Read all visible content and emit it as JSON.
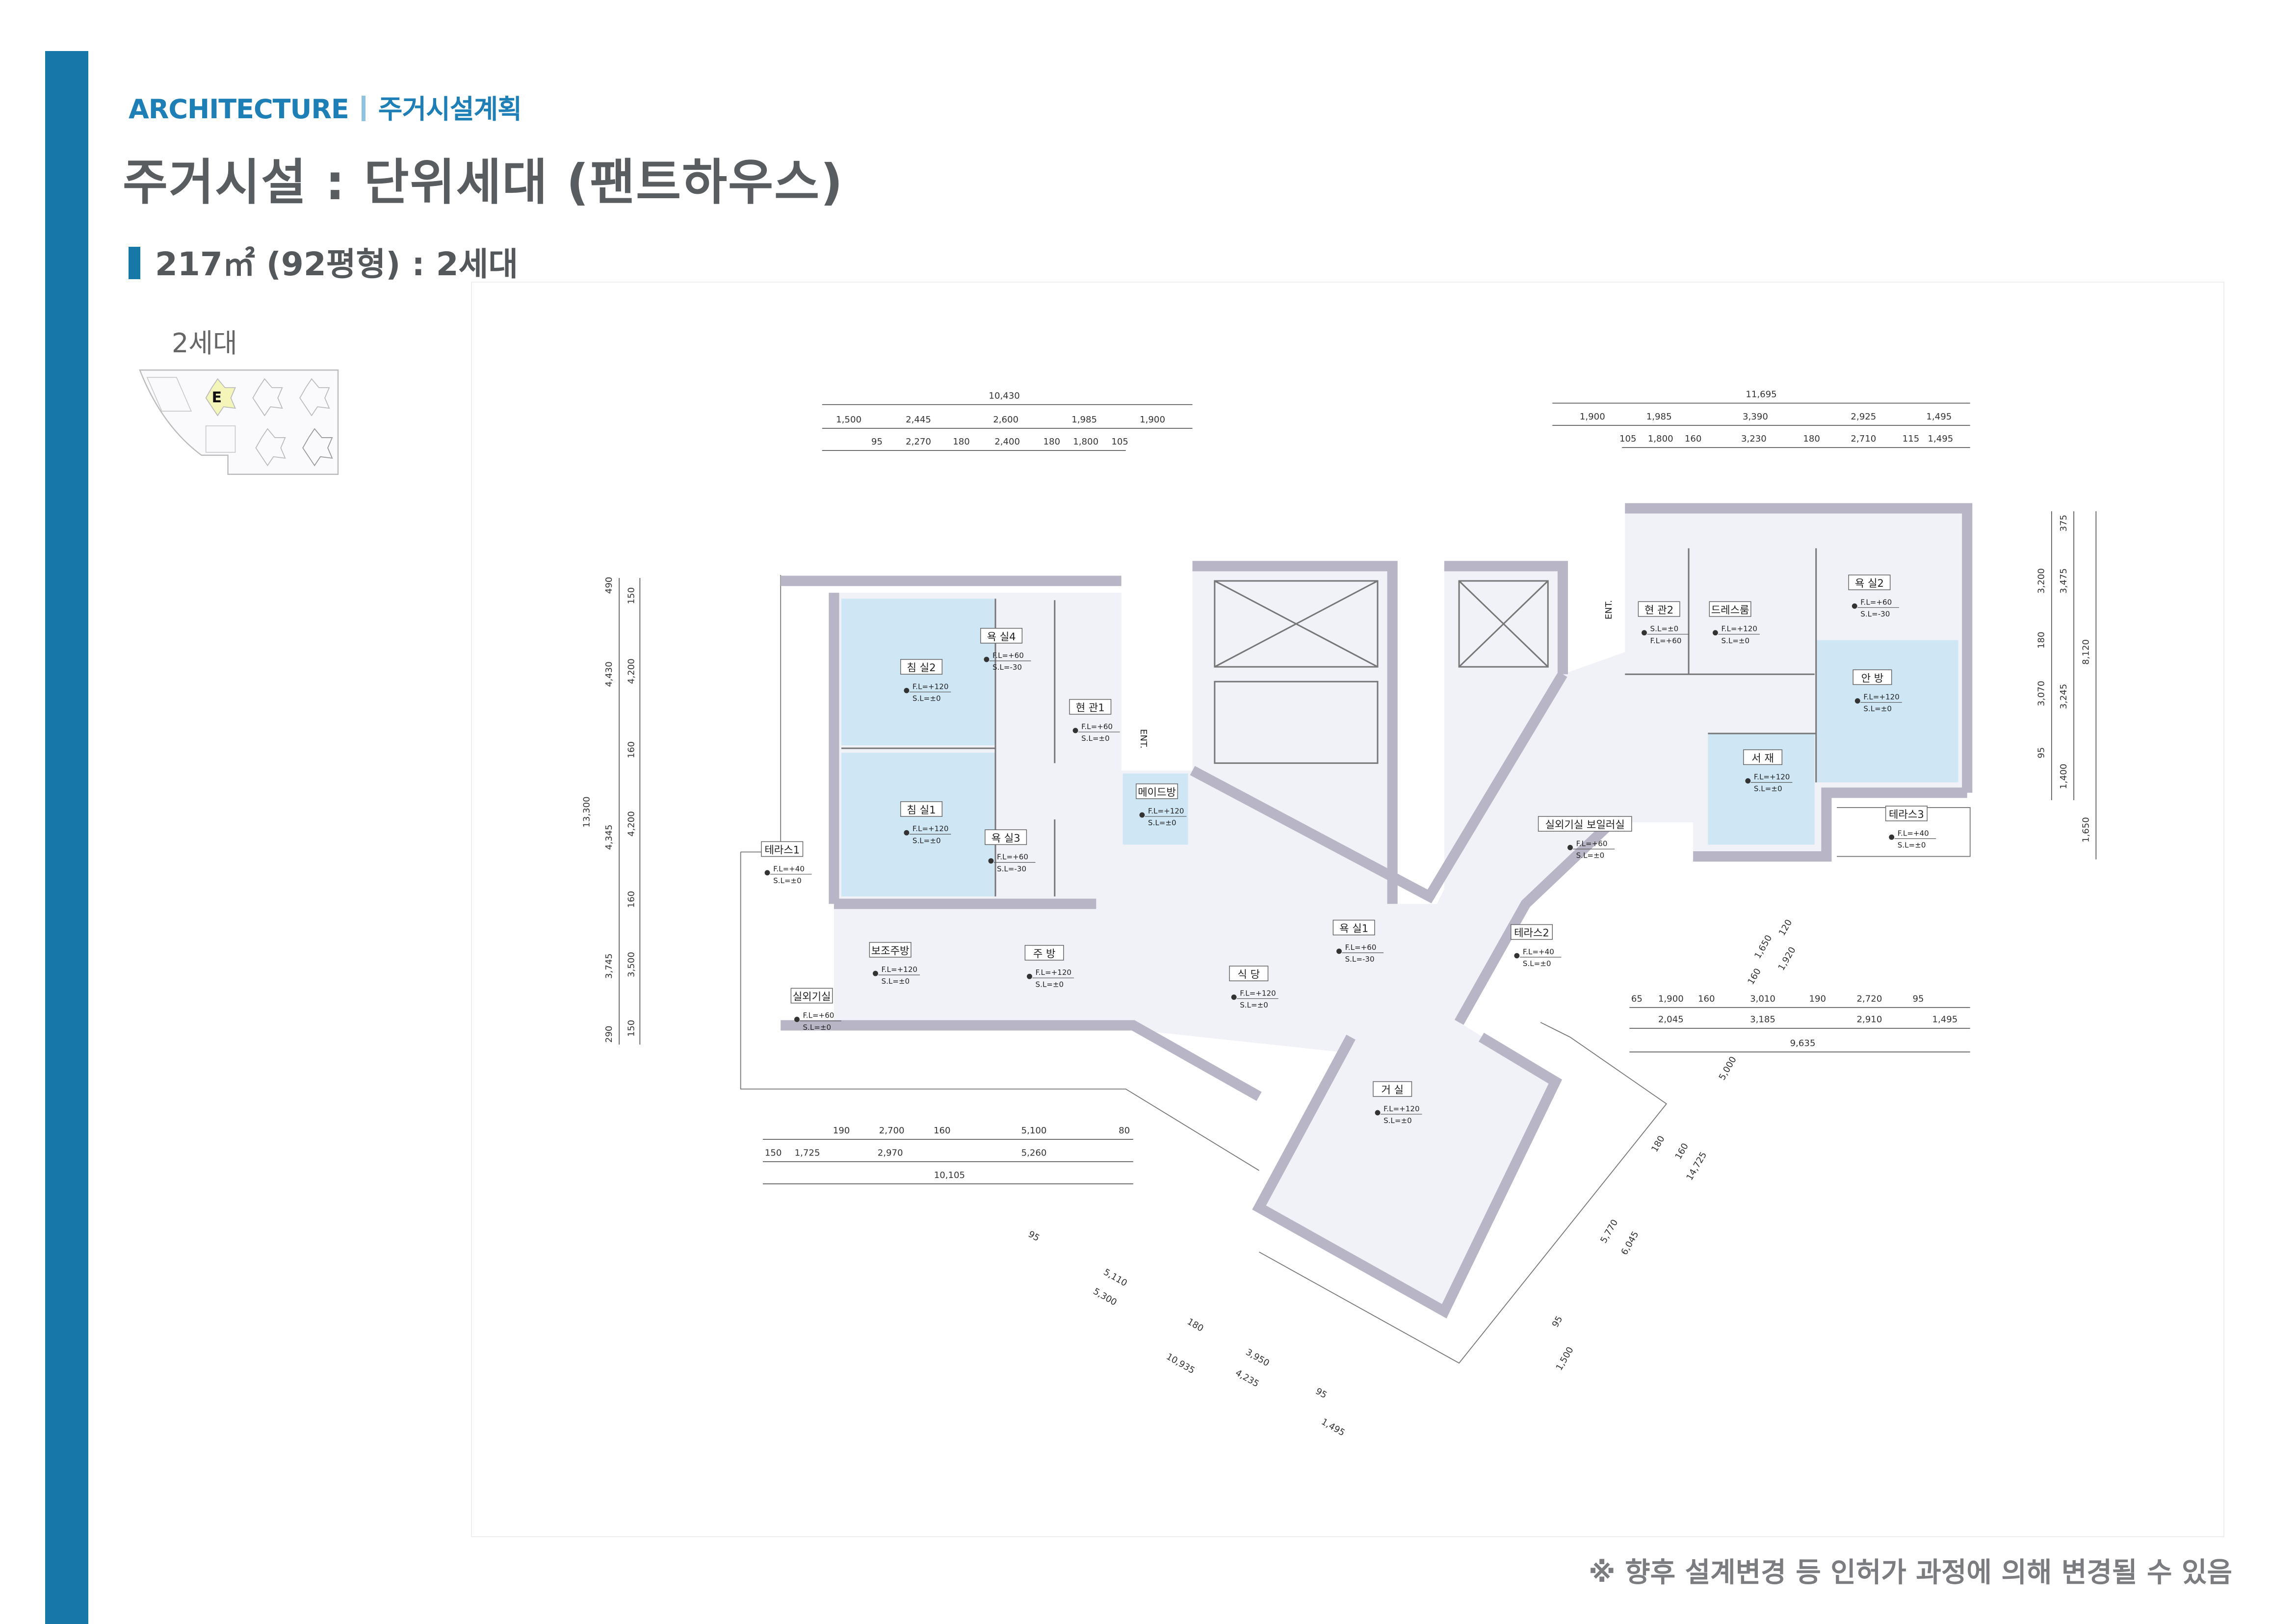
{
  "header": {
    "section": "ARCHITECTURE",
    "subsection": "주거시설계획",
    "title": "주거시설 : 단위세대 (팬트하우스)",
    "unit_type": "217㎡ (92평형) : 2세대"
  },
  "keyplan": {
    "label": "2세대",
    "highlight_block": "E"
  },
  "colors": {
    "brand": "#1778a8",
    "room_fill": "#cfe6f5",
    "wall": "#b8b6c6",
    "floor": "#eeedf6"
  },
  "rooms": [
    {
      "name": "침 실2",
      "fl": "F.L=+120",
      "sl": "S.L=±0"
    },
    {
      "name": "욕 실4",
      "fl": "F.L=+60",
      "sl": "S.L=-30"
    },
    {
      "name": "현 관1",
      "fl": "F.L=+60",
      "sl": "S.L=±0"
    },
    {
      "name": "침 실1",
      "fl": "F.L=+120",
      "sl": "S.L=±0"
    },
    {
      "name": "욕 실3",
      "fl": "F.L=+60",
      "sl": "S.L=-30"
    },
    {
      "name": "테라스1",
      "fl": "F.L=+40",
      "sl": "S.L=±0"
    },
    {
      "name": "메이드방",
      "fl": "F.L=+120",
      "sl": "S.L=±0"
    },
    {
      "name": "보조주방",
      "fl": "F.L=+120",
      "sl": "S.L=±0"
    },
    {
      "name": "주 방",
      "fl": "F.L=+120",
      "sl": "S.L=±0"
    },
    {
      "name": "실외기실",
      "fl": "F.L=+60",
      "sl": "S.L=±0"
    },
    {
      "name": "식 당",
      "fl": "F.L=+120",
      "sl": "S.L=±0"
    },
    {
      "name": "욕 실1",
      "fl": "F.L=+60",
      "sl": "S.L=-30"
    },
    {
      "name": "테라스2",
      "fl": "F.L=+40",
      "sl": "S.L=±0"
    },
    {
      "name": "거 실",
      "fl": "F.L=+120",
      "sl": "S.L=±0"
    },
    {
      "name": "실외기실 보일러실",
      "fl": "F.L=+60",
      "sl": "S.L=±0"
    },
    {
      "name": "현 관2",
      "fl": "S.L=±0",
      "sl": "F.L=+60"
    },
    {
      "name": "드레스룸",
      "fl": "F.L=+120",
      "sl": "S.L=±0"
    },
    {
      "name": "욕 실2",
      "fl": "F.L=+60",
      "sl": "S.L=-30"
    },
    {
      "name": "안 방",
      "fl": "F.L=+120",
      "sl": "S.L=±0"
    },
    {
      "name": "서 재",
      "fl": "F.L=+120",
      "sl": "S.L=±0"
    },
    {
      "name": "테라스3",
      "fl": "F.L=+40",
      "sl": "S.L=±0"
    }
  ],
  "entrance_label": "ENT.",
  "dimensions": {
    "top_left": [
      "10,430",
      "1,500",
      "2,445",
      "2,600",
      "1,985",
      "1,900",
      "95",
      "2,270",
      "180",
      "2,400",
      "180",
      "1,800",
      "105"
    ],
    "top_right": [
      "11,695",
      "1,900",
      "1,985",
      "3,390",
      "2,925",
      "1,495",
      "105",
      "1,800",
      "160",
      "3,230",
      "180",
      "2,710",
      "115",
      "1,495"
    ],
    "left": [
      "490",
      "4,430",
      "13,300",
      "4,345",
      "3,745",
      "290",
      "150",
      "4,200",
      "160",
      "4,200",
      "160",
      "3,500",
      "150"
    ],
    "right": [
      "3,200",
      "180",
      "3,070",
      "95",
      "375",
      "3,475",
      "3,245",
      "1,400",
      "8,120",
      "1,650"
    ],
    "bottom_left": [
      "190",
      "2,700",
      "160",
      "5,100",
      "80",
      "150",
      "1,725",
      "2,970",
      "5,260",
      "10,105"
    ],
    "middle_right": [
      "65",
      "1,900",
      "160",
      "3,010",
      "190",
      "2,720",
      "95",
      "2,045",
      "3,185",
      "2,910",
      "1,495",
      "9,635"
    ],
    "diagonal_right": [
      "120",
      "1,650",
      "1,920",
      "160",
      "5,000",
      "180",
      "160",
      "14,725",
      "5,770",
      "6,045",
      "95",
      "1,500"
    ],
    "diagonal_bottom": [
      "95",
      "5,110",
      "5,300",
      "180",
      "3,950",
      "10,935",
      "4,235",
      "95",
      "1,495"
    ]
  },
  "footer": {
    "note": "※ 향후 설계변경 등 인허가 과정에 의해 변경될 수 있음"
  }
}
